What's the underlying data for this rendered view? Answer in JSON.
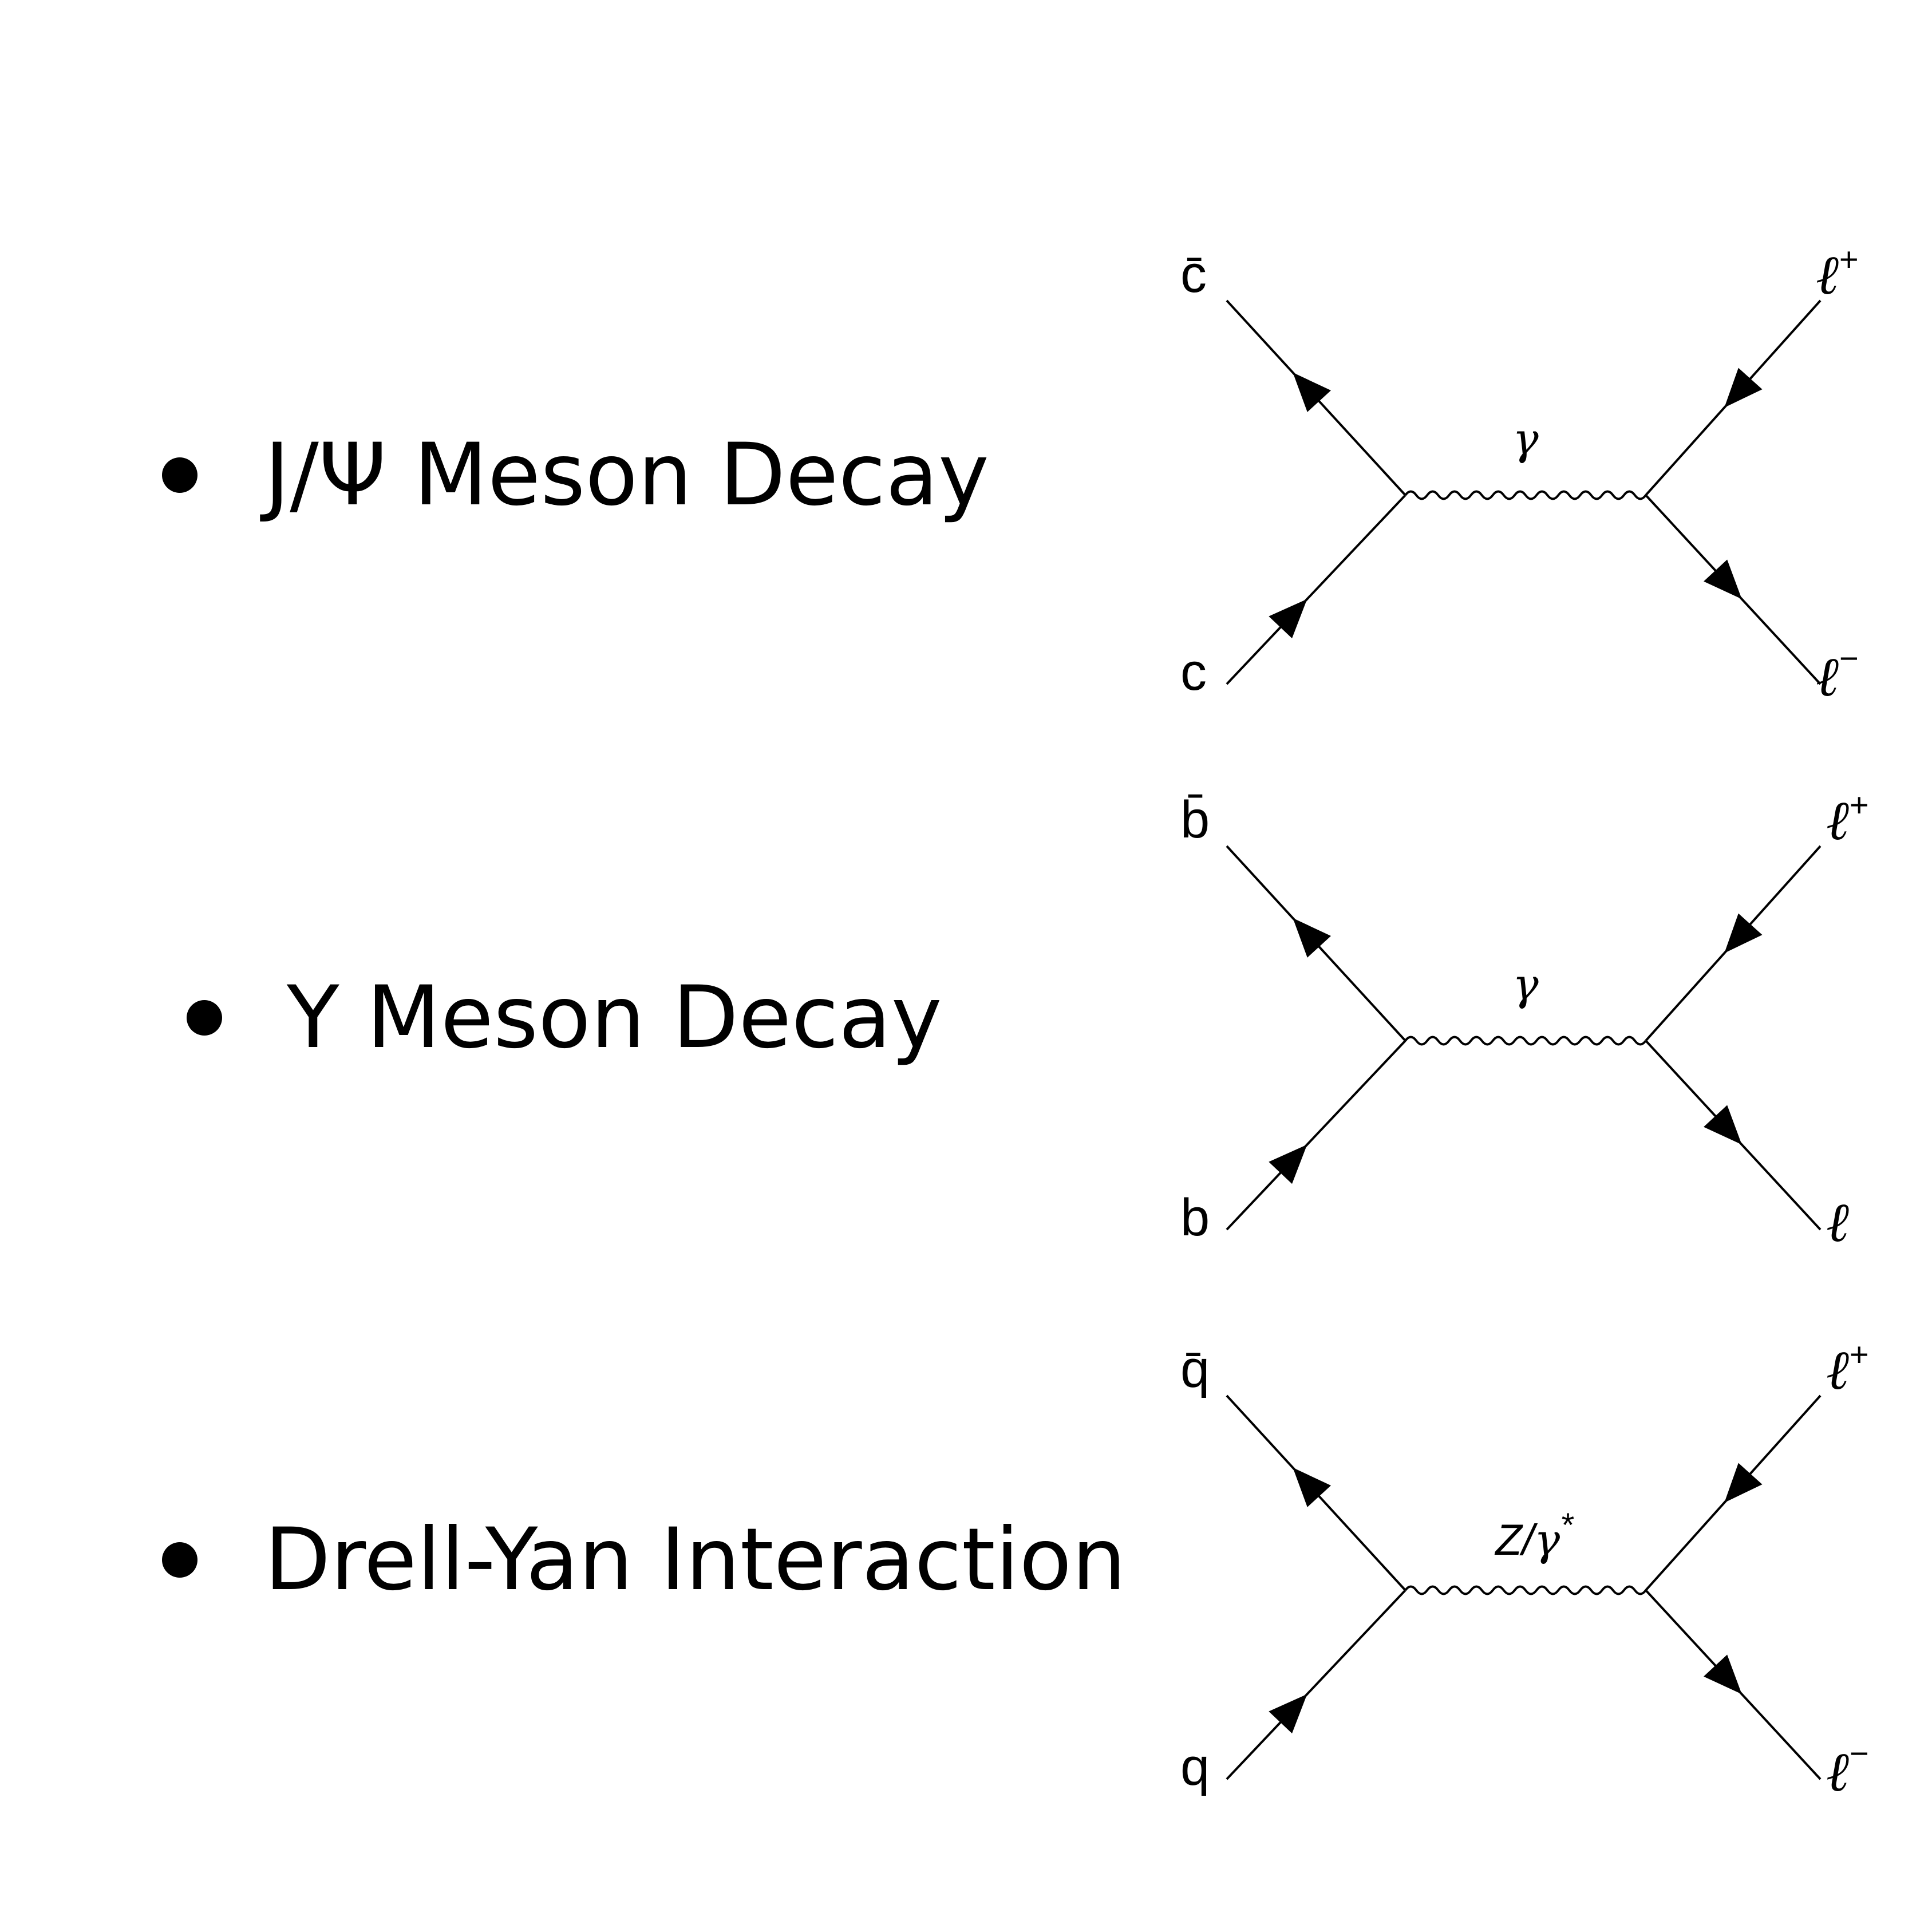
{
  "items": [
    {
      "label": "J/Ψ Meson Decay",
      "diagram": {
        "in_top": "c̄",
        "in_bottom": "c",
        "out_top": "ℓ",
        "out_top_sup": "+",
        "out_bottom": "ℓ",
        "out_bottom_sup": "−",
        "boson": "γ",
        "boson_prefix": "",
        "boson_sup": ""
      }
    },
    {
      "label": "Υ Meson Decay",
      "diagram": {
        "in_top": "b̄",
        "in_bottom": "b",
        "out_top": "ℓ",
        "out_top_sup": "+",
        "out_bottom": "ℓ",
        "out_bottom_sup": "",
        "boson": "γ",
        "boson_prefix": "",
        "boson_sup": ""
      }
    },
    {
      "label": "Drell-Yan Interaction",
      "diagram": {
        "in_top": "q̄",
        "in_bottom": "q",
        "out_top": "ℓ",
        "out_top_sup": "+",
        "out_bottom": "ℓ",
        "out_bottom_sup": "−",
        "boson": "γ",
        "boson_prefix": "Z/",
        "boson_sup": "*"
      }
    }
  ]
}
